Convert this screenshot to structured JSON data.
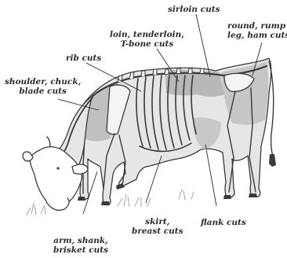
{
  "labels": {
    "sirloin": "sirloin cuts",
    "round": "round, rump\nleg, ham cuts",
    "loin": "loin, tenderloin,\nT-bone cuts",
    "rib": "rib cuts",
    "shoulder": "shoulder, chuck,\nblade cuts",
    "flank": "flank cuts",
    "skirt": "skirt,\nbreast cuts",
    "arm": "arm, shank,\nbrisket cuts"
  },
  "colors": {
    "outline": "#3a3a3a",
    "cut_fill": "#b8b8b8",
    "body_fill": "#e6e6e6",
    "skeleton": "#f4f4f4"
  }
}
